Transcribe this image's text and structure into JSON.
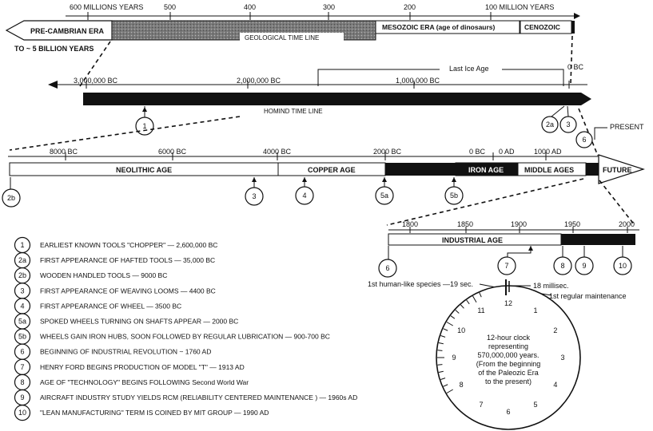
{
  "geo": {
    "ticks": [
      "600 MILLIONS YEARS",
      "500",
      "400",
      "300",
      "200",
      "100 MILLION YEARS"
    ],
    "precambrian": "PRE-CAMBRIAN ERA",
    "line_label": "GEOLOGICAL TIME LINE",
    "mesozoic": "MESOZOIC ERA (age of dinosaurs)",
    "cenozoic": "CENOZOIC",
    "to_label": "TO ~ 5 BILLION YEARS"
  },
  "hominid": {
    "ticks": [
      "3,000,000 BC",
      "2,000,000 BC",
      "1,000,000 BC",
      "0 BC"
    ],
    "ice_age": "Last Ice Age",
    "line_label": "HOMIND TIME LINE"
  },
  "recent": {
    "ticks": [
      "8000 BC",
      "6000 BC",
      "4000 BC",
      "2000 BC",
      "0 BC",
      "0 AD",
      "1000 AD"
    ],
    "neolithic": "NEOLITHIC AGE",
    "copper": "COPPER AGE",
    "iron": "IRON AGE",
    "middle": "MIDDLE AGES",
    "future": "FUTURE",
    "present": "PRESENT"
  },
  "industrial": {
    "ticks": [
      "1800",
      "1850",
      "1900",
      "1950",
      "2000"
    ],
    "label": "INDUSTRIAL AGE"
  },
  "markers": [
    "1",
    "2a",
    "2b",
    "3",
    "4",
    "5a",
    "5b",
    "6",
    "7",
    "8",
    "9",
    "10"
  ],
  "legend": [
    {
      "id": "1",
      "text": "EARLIEST KNOWN TOOLS \"CHOPPER\" — 2,600,000 BC"
    },
    {
      "id": "2a",
      "text": "FIRST APPEARANCE OF HAFTED TOOLS — 35,000 BC"
    },
    {
      "id": "2b",
      "text": "WOODEN HANDLED TOOLS — 9000 BC"
    },
    {
      "id": "3",
      "text": "FIRST APPEARANCE OF WEAVING LOOMS — 4400 BC"
    },
    {
      "id": "4",
      "text": "FIRST APPEARANCE OF WHEEL — 3500 BC"
    },
    {
      "id": "5a",
      "text": "SPOKED WHEELS TURNING ON SHAFTS APPEAR — 2000 BC"
    },
    {
      "id": "5b",
      "text": "WHEELS GAIN IRON HUBS, SOON FOLLOWED BY REGULAR LUBRICATION — 900-700 BC"
    },
    {
      "id": "6",
      "text": "BEGINNING OF INDUSTRIAL REVOLUTION ~ 1760 AD"
    },
    {
      "id": "7",
      "text": "HENRY FORD BEGINS PRODUCTION OF MODEL \"T\" — 1913 AD"
    },
    {
      "id": "8",
      "text": "AGE OF \"TECHNOLOGY\" BEGINS FOLLOWING Second World War"
    },
    {
      "id": "9",
      "text": "AIRCRAFT INDUSTRY STUDY YIELDS RCM (RELIABILITY CENTERED MAINTENANCE ) — 1960s AD"
    },
    {
      "id": "10",
      "text": "\"LEAN MANUFACTURING\" TERM IS COINED BY MIT GROUP — 1990 AD"
    }
  ],
  "clock": {
    "numbers": [
      "12",
      "1",
      "2",
      "3",
      "4",
      "5",
      "6",
      "7",
      "8",
      "9",
      "10",
      "11"
    ],
    "caption": [
      "12-hour clock",
      "representing",
      "570,000,000 years.",
      "(From the beginning",
      "of the Paleozic Era",
      "to the present)"
    ],
    "note_human": "1st human-like species —19 sec.",
    "note_milli": "18 millisec.",
    "note_maint": "1st regular maintenance"
  }
}
